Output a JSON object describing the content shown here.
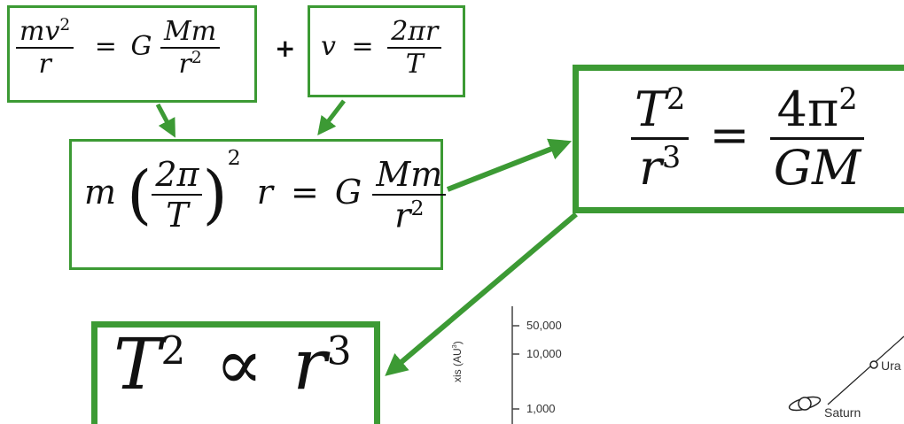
{
  "equations": {
    "force_balance": {
      "lhs_num": "mv",
      "lhs_num_exp": "2",
      "lhs_den": "r",
      "eq": "=",
      "G": "G",
      "rhs_num": "Mm",
      "rhs_den": "r",
      "rhs_den_exp": "2"
    },
    "plus": "+",
    "velocity": {
      "lhs": "v",
      "eq": "=",
      "num": "2πr",
      "den": "T"
    },
    "substituted": {
      "m": "m",
      "inner_num": "2π",
      "inner_den": "T",
      "outer_exp": "2",
      "r": "r",
      "eq": "=",
      "G": "G",
      "rhs_num": "Mm",
      "rhs_den": "r",
      "rhs_den_exp": "2"
    },
    "kepler": {
      "lhs_num": "T",
      "lhs_num_exp": "2",
      "lhs_den": "r",
      "lhs_den_exp": "3",
      "eq": "=",
      "rhs_num": "4π",
      "rhs_num_exp": "2",
      "rhs_den": "GM"
    },
    "proportional": {
      "T": "T",
      "T_exp": "2",
      "prop": "∝",
      "r": "r",
      "r_exp": "3"
    }
  },
  "plot": {
    "y_ticks": [
      "50,000",
      "10,000",
      "1,000"
    ],
    "y_label": "xis (AU",
    "y_label_exp": "3",
    "y_label_close": ")",
    "planets": [
      "Ura",
      "Saturn"
    ]
  },
  "colors": {
    "accent": "#3c9a34"
  }
}
